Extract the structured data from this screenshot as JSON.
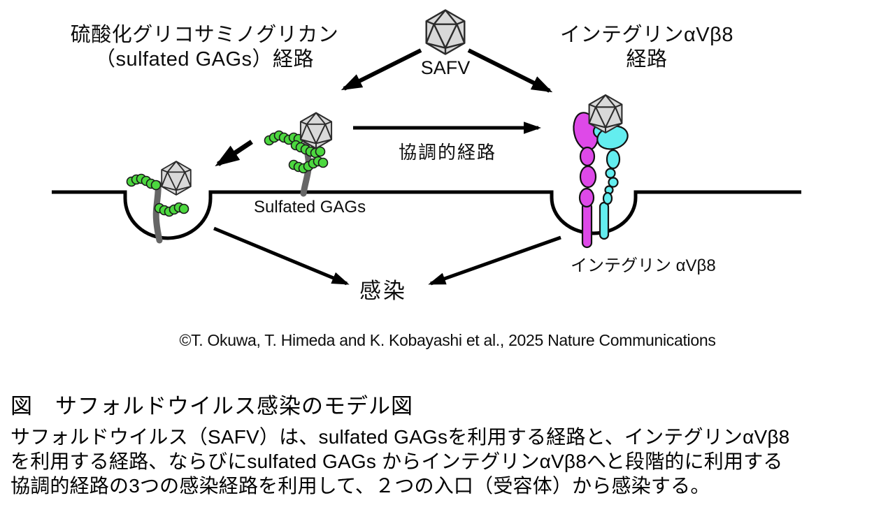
{
  "figure": {
    "left_pathway": {
      "title_line1": "硫酸化グリコサミノグリカン",
      "title_line2": "（sulfated GAGs）経路"
    },
    "virus_label": "SAFV",
    "right_pathway": {
      "title_line1": "インテグリンαVβ8",
      "title_line2": "経路"
    },
    "cooperative_label": "協調的経路",
    "sulfated_gags_label": "Sulfated GAGs",
    "integrin_label": "インテグリン αVβ8",
    "infection_label": "感染",
    "credit": "©T. Okuwa, T. Himeda and K. Kobayashi et al., 2025 Nature Communications"
  },
  "caption": {
    "title": "図　サフォルドウイルス感染のモデル図",
    "body_lines": [
      "サフォルドウイルス（SAFV）は、sulfated GAGsを利用する経路と、インテグリンαVβ8",
      "を利用する経路、ならびにsulfated GAGs からインテグリンαVβ8へと段階的に利用する",
      "協調的経路の3つの感染経路を利用して、２つの入口（受容体）から感染する。"
    ]
  },
  "icons": {
    "virus": "icosahedron-capsid-icon",
    "gag": "green-bead-chain-icon",
    "integrin_alpha": "magenta-subunit-icon",
    "integrin_beta": "cyan-subunit-icon",
    "arrow": "black-arrow-icon"
  },
  "colors": {
    "background": "#ffffff",
    "line": "#000000",
    "virus_fill": "#d9d9d9",
    "virus_stroke": "#2b2b2b",
    "gag_stalk": "#666666",
    "gag_bead": "#4cd83f",
    "integrin_magenta": "#de49e8",
    "integrin_cyan": "#63edef",
    "text": "#0d0d0d"
  }
}
